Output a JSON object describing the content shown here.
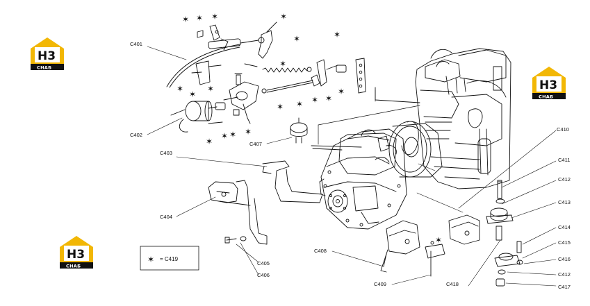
{
  "logo": {
    "mark": "H3",
    "text": "СНАБ",
    "color_accent": "#f2b705",
    "color_dark": "#111111"
  },
  "callouts": {
    "c401": "C401",
    "c402": "C402",
    "c403": "C403",
    "c404": "C404",
    "c405": "C405",
    "c406": "C406",
    "c407": "C407",
    "c408": "C408",
    "c409": "C409",
    "c410": "C410",
    "c411": "C411",
    "c412a": "C412",
    "c413": "C413",
    "c414": "C414",
    "c415": "C415",
    "c416": "C416",
    "c412b": "C412",
    "c417": "C417",
    "c418": "C418"
  },
  "legend": {
    "symbol": "✶",
    "text": "= C419"
  }
}
